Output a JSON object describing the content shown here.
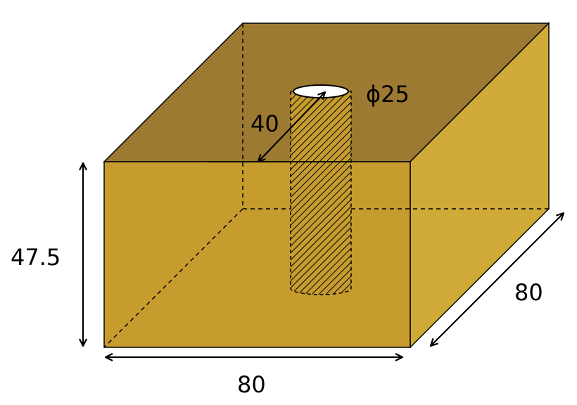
{
  "diagram": {
    "colors": {
      "top_face": "#9C7A32",
      "front_face": "#C69C2F",
      "side_face": "#CFAA38",
      "outline": "#000000",
      "hole_top": "#FFFFFF",
      "background": "#FFFFFF"
    },
    "labels": {
      "height": "47.5",
      "width_front": "80",
      "depth_side": "80",
      "hole_diameter": "ϕ25",
      "hole_offset": "40"
    }
  }
}
